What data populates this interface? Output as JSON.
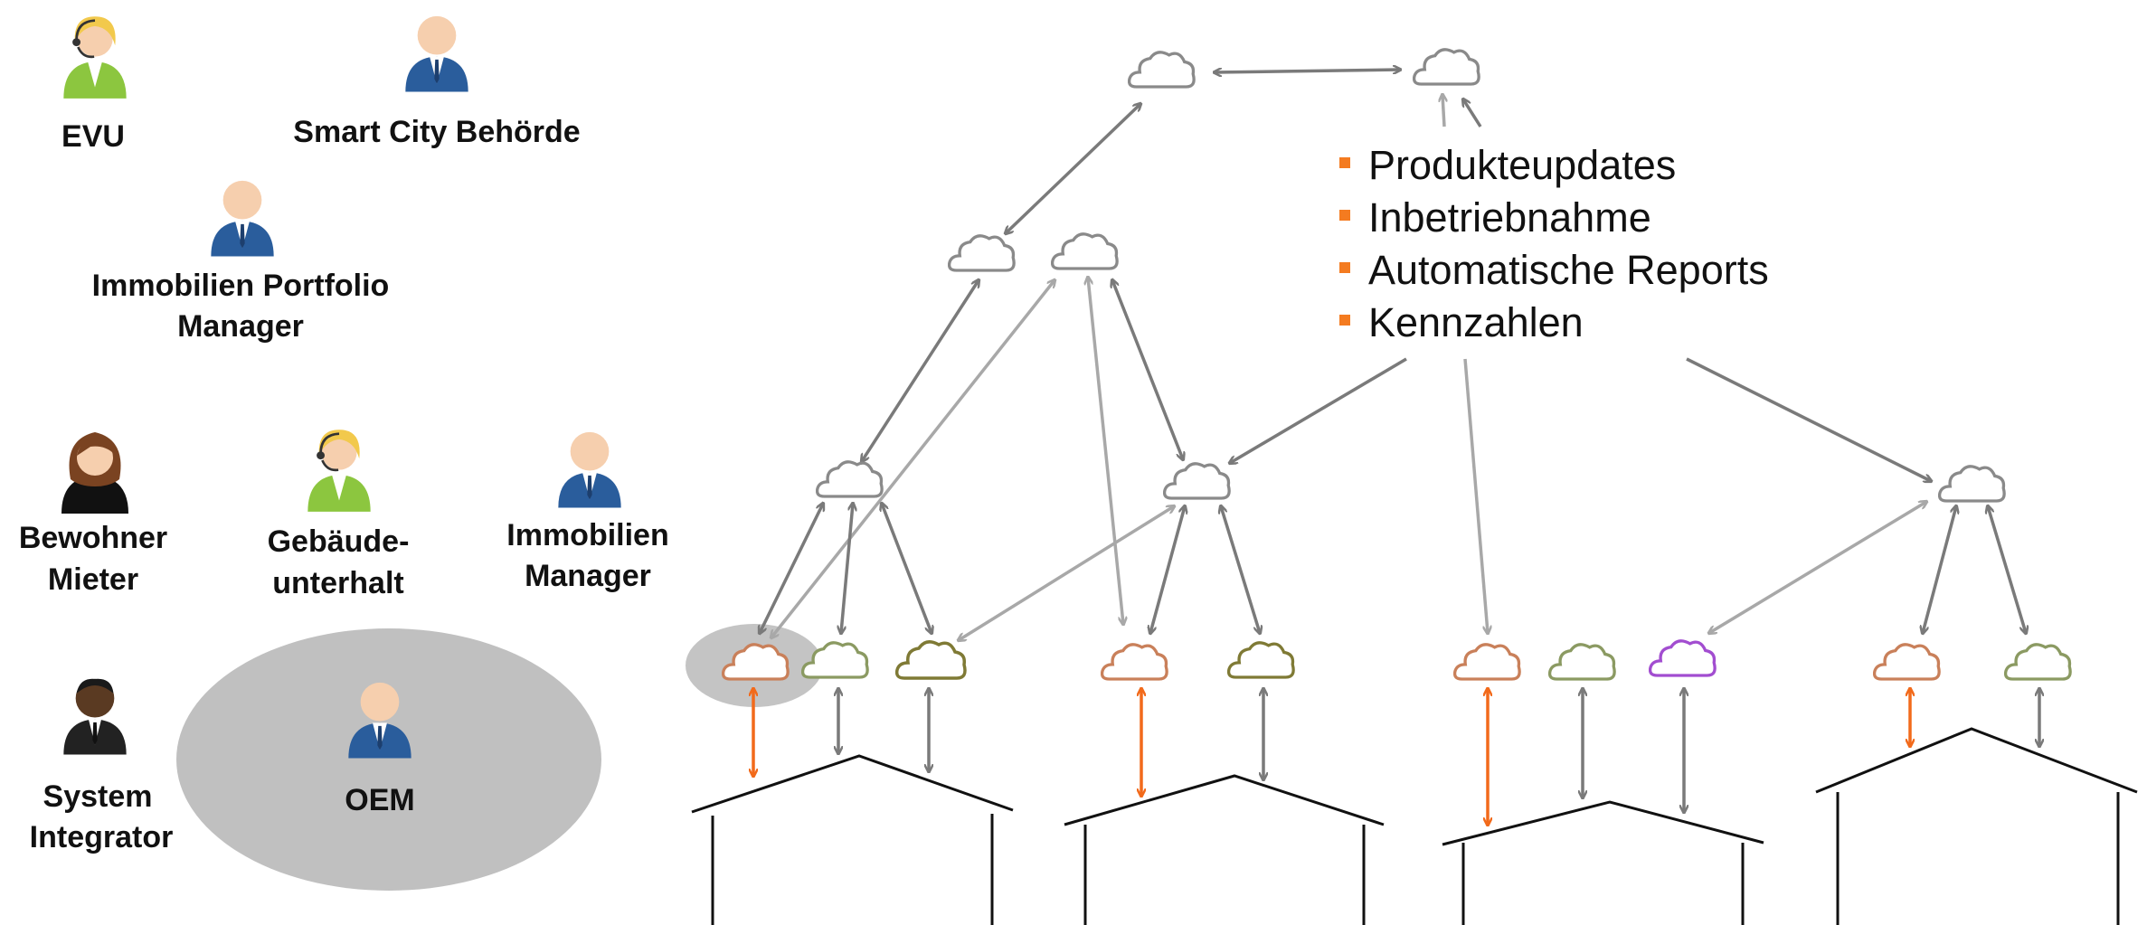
{
  "roles": {
    "evu": "EVU",
    "smart_city": "Smart City Behörde",
    "portfolio_line1": "Immobilien Portfolio",
    "portfolio_line2": "Manager",
    "bewohner_line1": "Bewohner",
    "bewohner_line2": "Mieter",
    "gebaeude_line1": "Gebäude-",
    "gebaeude_line2": "unterhalt",
    "immo_line1": "Immobilien",
    "immo_line2": "Manager",
    "system_line1": "System",
    "system_line2": "Integrator",
    "oem": "OEM"
  },
  "bullets": [
    "Produkteupdates",
    "Inbetriebnahme",
    "Automatische Reports",
    "Kennzahlen"
  ],
  "colors": {
    "arrow_dark": "#7a7a7a",
    "arrow_light": "#a8a8a8",
    "arrow_orange": "#f26a1b",
    "cloud_gray": "#8a8a8a",
    "cloud_orange": "#c9805a",
    "cloud_green": "#8b9a62",
    "cloud_olive": "#7f7a35",
    "cloud_purple": "#a24dd0",
    "oem_ellipse": "#c0c0c0",
    "bullet_square": "#f47b20",
    "suit_blue": "#2a5d9c",
    "agent_green": "#8cc63f",
    "hair_blonde": "#f2c94c"
  }
}
